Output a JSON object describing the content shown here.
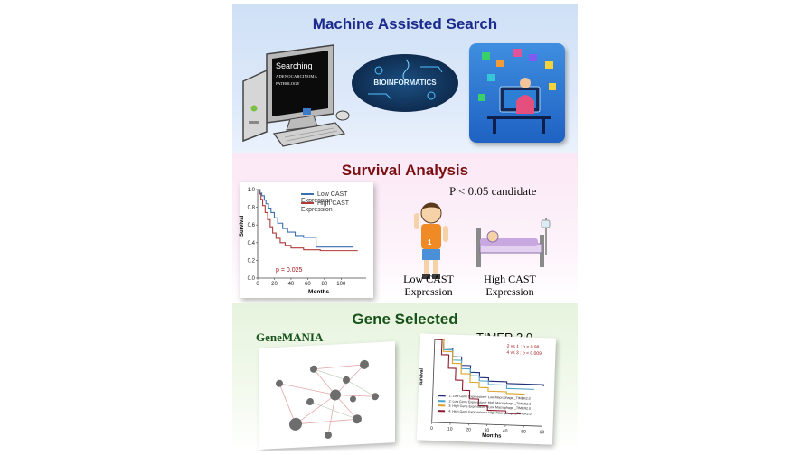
{
  "sections": {
    "search": {
      "title": "Machine Assisted Search",
      "monitor_lines": [
        "Searching",
        "ADENOCARCINOMA",
        "PATHOLOGY"
      ],
      "badge": "BIOINFORMATICS"
    },
    "survival": {
      "title": "Survival Analysis",
      "candidate": "P < 0.05  candidate",
      "low_label": [
        "Low CAST",
        "Expression"
      ],
      "high_label": [
        "High CAST",
        "Expression"
      ],
      "kid_number": "1"
    },
    "gene": {
      "title": "Gene Selected",
      "genemania": "GeneMANIA",
      "timer": "TIMER 2.0"
    }
  },
  "chart_data": [
    {
      "type": "line",
      "title": "",
      "xlabel": "Months",
      "ylabel": "Survival",
      "xlim": [
        0,
        130
      ],
      "ylim": [
        0,
        1.0
      ],
      "xticks": [
        0,
        20,
        40,
        60,
        80,
        100
      ],
      "yticks": [
        0.0,
        0.2,
        0.4,
        0.6,
        0.8,
        1.0
      ],
      "annotation": "p = 0.025",
      "legend": "top-right",
      "series": [
        {
          "name": "Low CAST Expression",
          "color": "#3a6fb0",
          "points": [
            [
              0,
              1.0
            ],
            [
              3,
              0.96
            ],
            [
              5,
              0.93
            ],
            [
              8,
              0.88
            ],
            [
              10,
              0.84
            ],
            [
              13,
              0.79
            ],
            [
              16,
              0.74
            ],
            [
              20,
              0.68
            ],
            [
              24,
              0.62
            ],
            [
              30,
              0.56
            ],
            [
              36,
              0.52
            ],
            [
              45,
              0.48
            ],
            [
              55,
              0.46
            ],
            [
              70,
              0.35
            ],
            [
              115,
              0.35
            ]
          ]
        },
        {
          "name": "High CAST Expression",
          "color": "#b03a3a",
          "points": [
            [
              0,
              1.0
            ],
            [
              2,
              0.95
            ],
            [
              4,
              0.89
            ],
            [
              6,
              0.82
            ],
            [
              9,
              0.74
            ],
            [
              12,
              0.66
            ],
            [
              15,
              0.58
            ],
            [
              18,
              0.51
            ],
            [
              22,
              0.45
            ],
            [
              27,
              0.4
            ],
            [
              33,
              0.37
            ],
            [
              40,
              0.34
            ],
            [
              55,
              0.32
            ],
            [
              75,
              0.31
            ],
            [
              120,
              0.31
            ]
          ]
        }
      ]
    },
    {
      "type": "line",
      "title": "",
      "xlabel": "Months",
      "ylabel": "Survival",
      "xlim": [
        0,
        60
      ],
      "ylim": [
        0,
        1.0
      ],
      "xticks": [
        0,
        10,
        20,
        30,
        40,
        50,
        60
      ],
      "annotations": [
        "2 vs 1 : p = 0.98",
        "4 vs 3 : p = 0.009"
      ],
      "legend": "bottom-left",
      "series": [
        {
          "name": "1: Low Gene Expression + Low Macrophage _TIMER2.0",
          "color": "#1f2f7a",
          "points": [
            [
              0,
              1.0
            ],
            [
              5,
              0.9
            ],
            [
              10,
              0.8
            ],
            [
              15,
              0.7
            ],
            [
              20,
              0.62
            ],
            [
              25,
              0.56
            ],
            [
              30,
              0.52
            ],
            [
              40,
              0.5
            ],
            [
              60,
              0.48
            ]
          ]
        },
        {
          "name": "2: Low Gene Expression + High Macrophage _TIMER2.0",
          "color": "#4aa3c8",
          "points": [
            [
              0,
              1.0
            ],
            [
              5,
              0.88
            ],
            [
              10,
              0.76
            ],
            [
              15,
              0.66
            ],
            [
              20,
              0.58
            ],
            [
              25,
              0.52
            ],
            [
              30,
              0.48
            ],
            [
              40,
              0.44
            ],
            [
              55,
              0.44
            ]
          ]
        },
        {
          "name": "3: High Gene Expression + Low Macrophage _TIMER2.0",
          "color": "#d9a32b",
          "points": [
            [
              0,
              1.0
            ],
            [
              5,
              0.86
            ],
            [
              10,
              0.72
            ],
            [
              15,
              0.6
            ],
            [
              20,
              0.5
            ],
            [
              25,
              0.44
            ],
            [
              30,
              0.4
            ],
            [
              40,
              0.38
            ],
            [
              50,
              0.38
            ]
          ]
        },
        {
          "name": "4: High Gene Expression + High Macrophage _TIMER2.0",
          "color": "#8b1a2e",
          "points": [
            [
              0,
              1.0
            ],
            [
              4,
              0.82
            ],
            [
              8,
              0.66
            ],
            [
              12,
              0.52
            ],
            [
              16,
              0.4
            ],
            [
              20,
              0.3
            ],
            [
              25,
              0.22
            ],
            [
              30,
              0.17
            ],
            [
              40,
              0.14
            ],
            [
              48,
              0.14
            ]
          ]
        }
      ]
    }
  ]
}
